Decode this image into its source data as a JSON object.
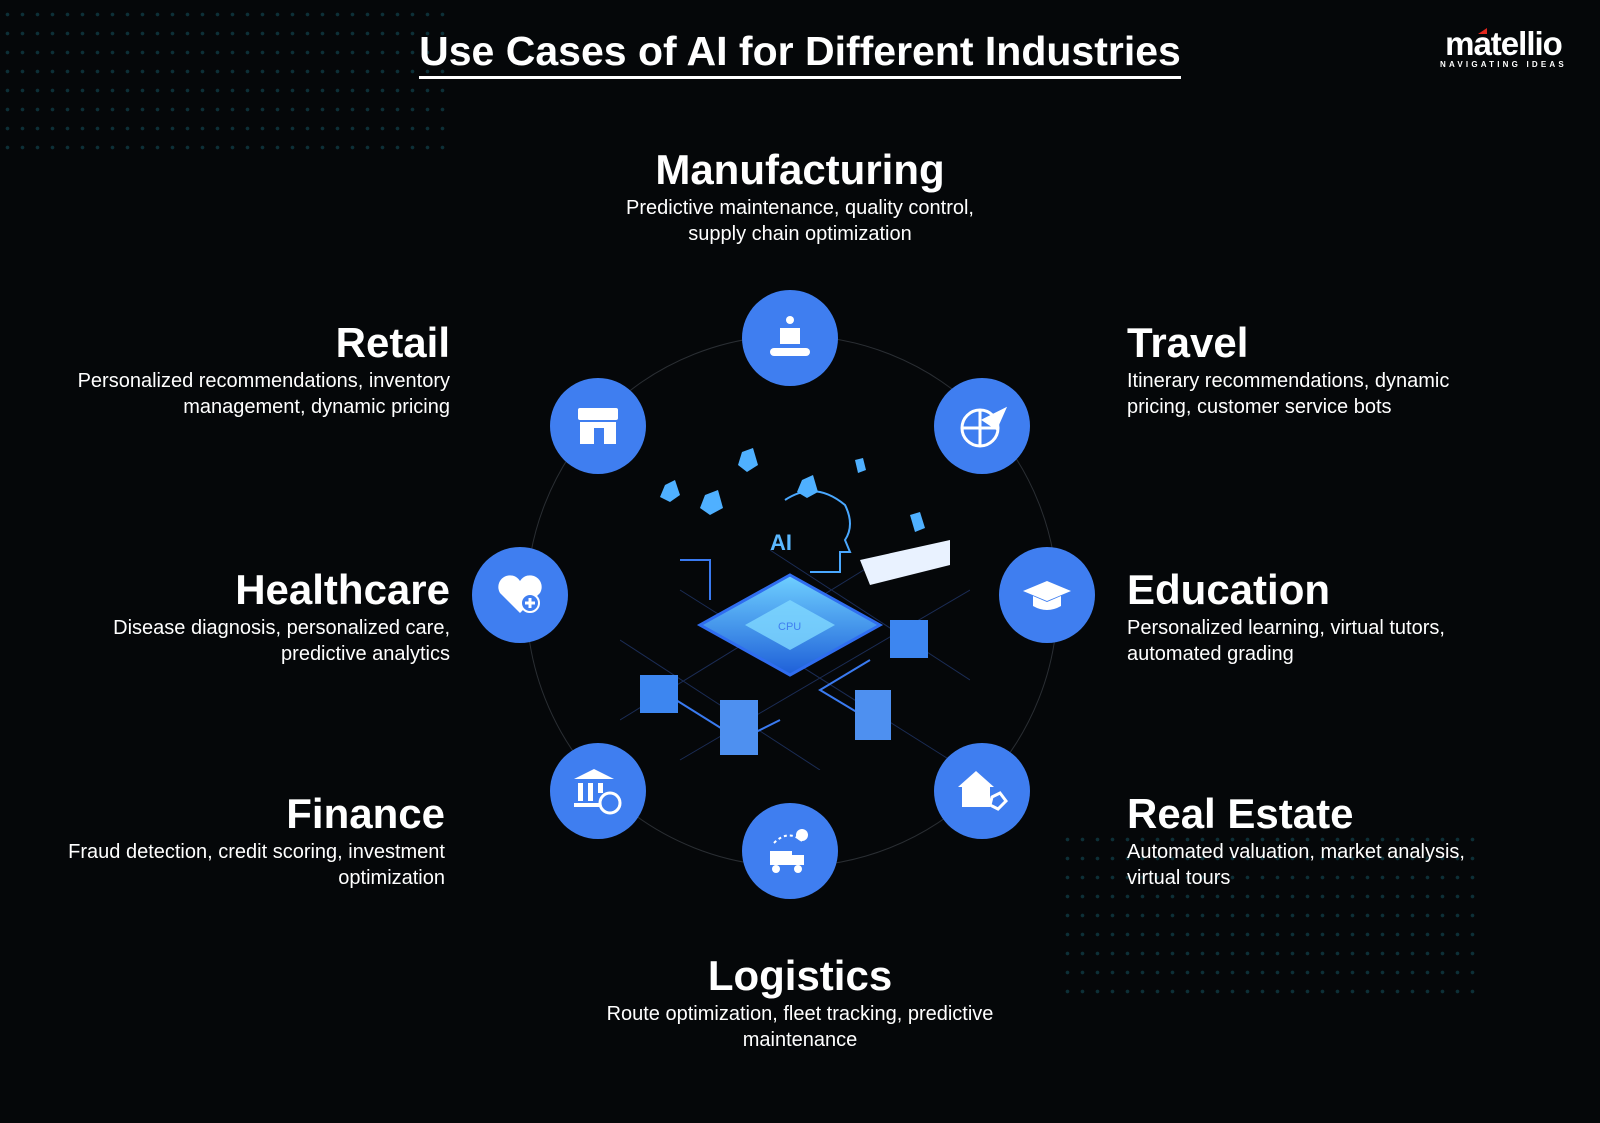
{
  "title": "Use Cases of AI for Different Industries",
  "logo": {
    "name": "matellio",
    "tagline": "NAVIGATING IDEAS"
  },
  "accent_color": "#3f7ef0",
  "illustration": {
    "head_label": "AI",
    "chip_label": "CPU"
  },
  "industries": [
    {
      "name": "Manufacturing",
      "description": "Predictive maintenance, quality control, supply chain optimization",
      "icon": "factory-robot-icon"
    },
    {
      "name": "Retail",
      "description": "Personalized recommendations, inventory management, dynamic pricing",
      "icon": "storefront-icon"
    },
    {
      "name": "Travel",
      "description": "Itinerary recommendations, dynamic pricing, customer service bots",
      "icon": "globe-airplane-icon"
    },
    {
      "name": "Healthcare",
      "description": "Disease diagnosis, personalized care, predictive analytics",
      "icon": "heart-cross-icon"
    },
    {
      "name": "Education",
      "description": "Personalized learning, virtual tutors, automated grading",
      "icon": "graduation-cap-icon"
    },
    {
      "name": "Finance",
      "description": "Fraud detection, credit scoring, investment optimization",
      "icon": "bank-dollar-icon"
    },
    {
      "name": "Real Estate",
      "description": "Automated valuation, market analysis, virtual tours",
      "icon": "house-tag-icon"
    },
    {
      "name": "Logistics",
      "description": "Route optimization, fleet tracking, predictive maintenance",
      "icon": "delivery-route-icon"
    }
  ]
}
